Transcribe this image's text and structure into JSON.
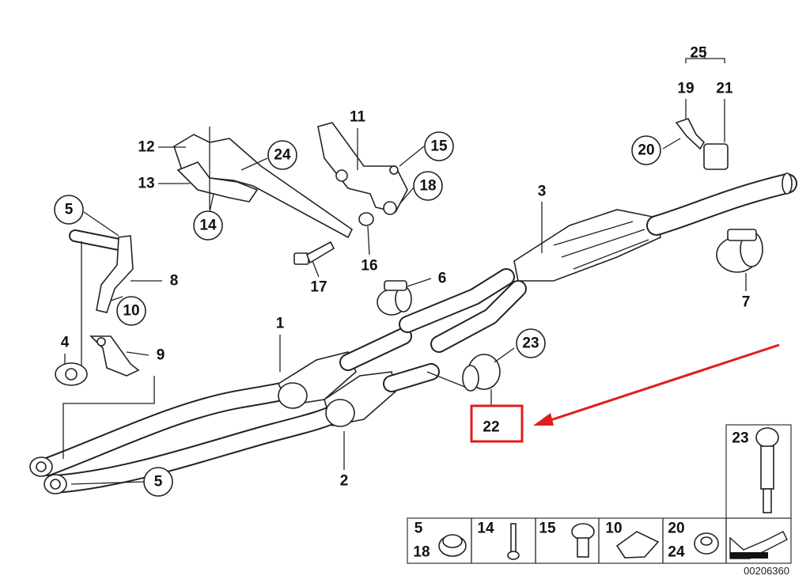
{
  "diagram": {
    "callouts": {
      "p25": "25",
      "p19": "19",
      "p21": "21",
      "p20": "20",
      "p3": "3",
      "p7": "7",
      "p6": "6",
      "p11": "11",
      "p15": "15",
      "p18": "18",
      "p16": "16",
      "p17": "17",
      "p24": "24",
      "p12": "12",
      "p13": "13",
      "p14": "14",
      "p5a": "5",
      "p8": "8",
      "p10": "10",
      "p4": "4",
      "p9": "9",
      "p1": "1",
      "p23": "23",
      "p22": "22",
      "p2": "2",
      "p5b": "5"
    },
    "highlight": {
      "part": "22",
      "color": "#e01c1c"
    },
    "legend": {
      "cells": [
        {
          "top": "5",
          "bottom": "18",
          "icon": "flange-nut-icon"
        },
        {
          "top": "14",
          "bottom": "",
          "icon": "bolt-icon"
        },
        {
          "top": "15",
          "bottom": "",
          "icon": "hex-bolt-icon"
        },
        {
          "top": "10",
          "bottom": "",
          "icon": "clip-nut-icon"
        },
        {
          "top": "20",
          "bottom": "24",
          "icon": "hex-nut-icon"
        },
        {
          "top": "",
          "bottom": "",
          "icon": "direction-arrow-icon"
        }
      ],
      "tall_cell": {
        "top": "23",
        "icon": "shoulder-bolt-icon"
      }
    },
    "drawing_code": "00206360"
  }
}
